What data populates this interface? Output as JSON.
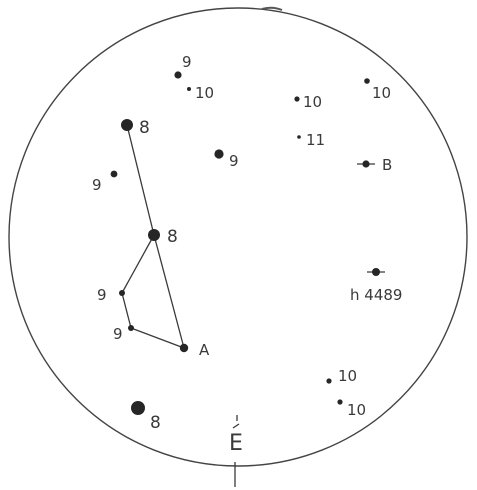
{
  "chart": {
    "stars": [
      {
        "id": "s1",
        "label": "9",
        "kind": "magnitude"
      },
      {
        "id": "s2",
        "label": "10",
        "kind": "magnitude"
      },
      {
        "id": "s3",
        "label": "10",
        "kind": "magnitude"
      },
      {
        "id": "s4",
        "label": "10",
        "kind": "magnitude"
      },
      {
        "id": "s5",
        "label": "11",
        "kind": "magnitude"
      },
      {
        "id": "s6",
        "label": "8",
        "kind": "magnitude"
      },
      {
        "id": "s7",
        "label": "9",
        "kind": "magnitude"
      },
      {
        "id": "s8",
        "label": "9",
        "kind": "magnitude"
      },
      {
        "id": "s9",
        "label": "B",
        "kind": "component"
      },
      {
        "id": "s10",
        "label": "8",
        "kind": "magnitude"
      },
      {
        "id": "s11",
        "label": "h 4489",
        "kind": "catalog"
      },
      {
        "id": "s12",
        "label": "9",
        "kind": "magnitude"
      },
      {
        "id": "s13",
        "label": "9",
        "kind": "magnitude"
      },
      {
        "id": "s14",
        "label": "A",
        "kind": "component"
      },
      {
        "id": "s15",
        "label": "10",
        "kind": "magnitude"
      },
      {
        "id": "s16",
        "label": "10",
        "kind": "magnitude"
      },
      {
        "id": "s17",
        "label": "8",
        "kind": "magnitude"
      }
    ],
    "direction_label": "E",
    "connections": [
      [
        "s6",
        "s10"
      ],
      [
        "s10",
        "s14"
      ],
      [
        "s10",
        "s12"
      ],
      [
        "s12",
        "s13"
      ],
      [
        "s13",
        "s14"
      ]
    ]
  },
  "colors": {
    "ink": "#262626",
    "line": "#3a3a3a",
    "background": "#ffffff"
  }
}
